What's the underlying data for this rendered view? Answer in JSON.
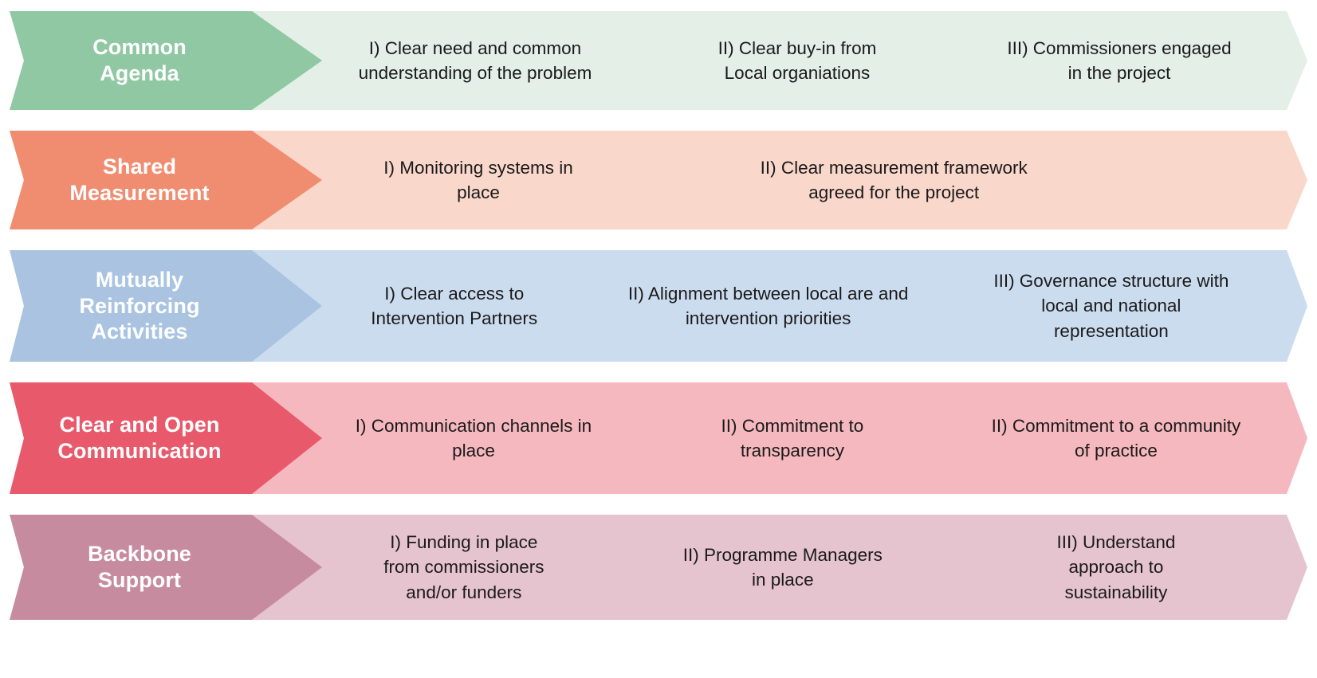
{
  "diagram": {
    "type": "chevron-rows",
    "rows": [
      {
        "id": "common-agenda",
        "label": "Common\nAgenda",
        "label_color": "#8fc8a3",
        "body_color": "#e4efe7",
        "items": [
          "I) Clear need and common\nunderstanding of the problem",
          "II) Clear buy-in from\nLocal organiations",
          "III) Commissioners engaged\nin the project"
        ]
      },
      {
        "id": "shared-measurement",
        "label": "Shared\nMeasurement",
        "label_color": "#f08d71",
        "body_color": "#fad7cb",
        "items": [
          "I) Monitoring systems in\nplace",
          "II) Clear measurement framework\nagreed for the project"
        ]
      },
      {
        "id": "mutually-reinforcing-activities",
        "label": "Mutually\nReinforcing\nActivities",
        "label_color": "#a9c3e1",
        "body_color": "#ccdcef",
        "items": [
          "I) Clear access to\nIntervention Partners",
          "II) Alignment between local are and\nintervention priorities",
          "III) Governance structure with\nlocal and national\nrepresentation"
        ]
      },
      {
        "id": "clear-and-open-communication",
        "label": "Clear and Open\nCommunication",
        "label_color": "#e85a6b",
        "body_color": "#f6b8bf",
        "items": [
          "I) Communication channels in\nplace",
          "II) Commitment to\ntransparency",
          "II) Commitment to a community\nof practice"
        ]
      },
      {
        "id": "backbone-support",
        "label": "Backbone\nSupport",
        "label_color": "#c78ba0",
        "body_color": "#e6c4cf",
        "items": [
          "I) Funding in place\nfrom commissioners\nand/or funders",
          "II) Programme Managers\nin place",
          "III) Understand\napproach to\nsustainability"
        ]
      }
    ]
  }
}
